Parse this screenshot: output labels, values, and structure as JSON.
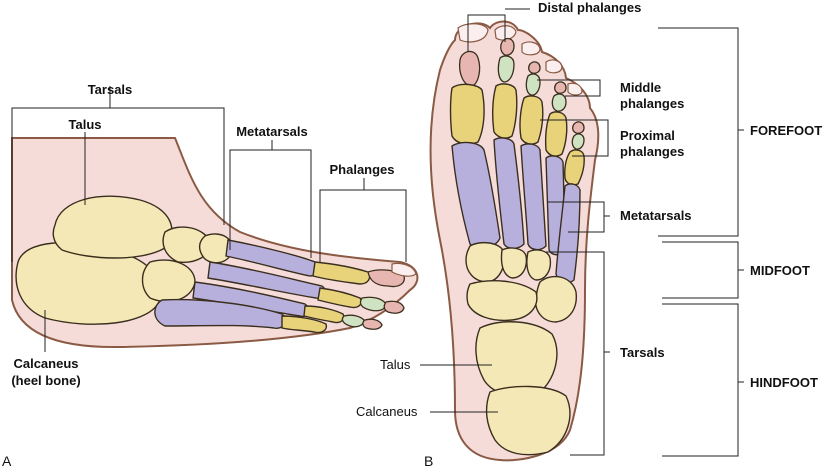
{
  "panel_a": {
    "letter": "A",
    "labels": {
      "tarsals": "Tarsals",
      "talus": "Talus",
      "metatarsals": "Metatarsals",
      "phalanges": "Phalanges",
      "calcaneus_line1": "Calcaneus",
      "calcaneus_line2": "(heel bone)"
    }
  },
  "panel_b": {
    "letter": "B",
    "labels": {
      "distal_phalanges": "Distal phalanges",
      "middle_phalanges_line1": "Middle",
      "middle_phalanges_line2": "phalanges",
      "proximal_phalanges_line1": "Proximal",
      "proximal_phalanges_line2": "phalanges",
      "metatarsals": "Metatarsals",
      "tarsals": "Tarsals",
      "talus": "Talus",
      "calcaneus": "Calcaneus"
    },
    "regions": {
      "forefoot": "FOREFOOT",
      "midfoot": "MIDFOOT",
      "hindfoot": "HINDFOOT"
    }
  },
  "colors": {
    "skin": "#f6dcd8",
    "tarsal_bone": "#f4e9b6",
    "metatarsal_bone": "#b7b0dc",
    "proximal_phalanx": "#e8d27a",
    "middle_phalanx": "#cfe3c2",
    "distal_phalanx": "#e8b6b0"
  }
}
